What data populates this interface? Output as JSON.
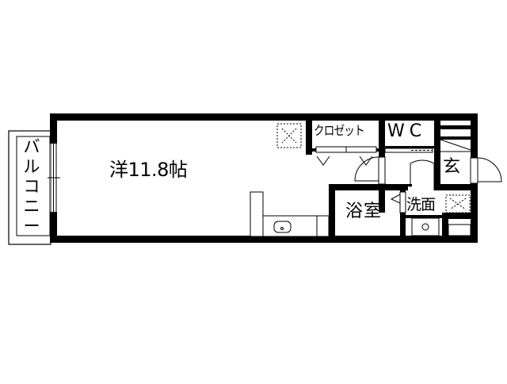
{
  "floorplan": {
    "rooms": {
      "main_room": {
        "label": "洋11.8帖",
        "type": "western-style room",
        "size_jo": 11.8
      },
      "closet": {
        "label": "クロゼット"
      },
      "toilet": {
        "label": "WC"
      },
      "entrance": {
        "label": "玄"
      },
      "bathroom": {
        "label": "浴室"
      },
      "washroom": {
        "label": "洗面"
      },
      "balcony": {
        "label": "バルコニー"
      }
    },
    "fixtures": [
      "kitchen-counter",
      "sink",
      "refrigerator-space",
      "washing-machine-space",
      "ceiling-storage-hatch",
      "ceiling-storage-hatch"
    ],
    "colors": {
      "wall": "#000000",
      "background": "#ffffff"
    }
  }
}
